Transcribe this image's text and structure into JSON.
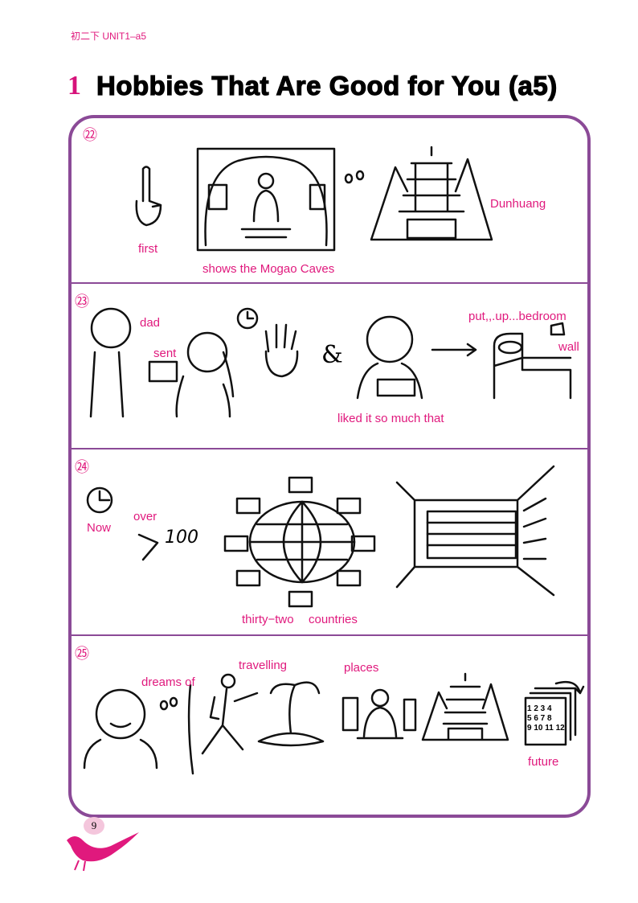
{
  "header": {
    "text": "初二下  UNIT1–a5"
  },
  "title": {
    "number": "1",
    "text": "Hobbies That Are Good for You (a5)"
  },
  "panels": [
    {
      "number": "㉒",
      "labels": {
        "first": "first",
        "shows": "shows the Mogao Caves",
        "place": "Dunhuang"
      }
    },
    {
      "number": "㉓",
      "labels": {
        "dad": "dad",
        "sent": "sent",
        "put": "put,,.up...bedroom",
        "wall": "wall",
        "liked": "liked it so much that"
      }
    },
    {
      "number": "㉔",
      "labels": {
        "now": "Now",
        "over": "over",
        "hundred": "100",
        "thirty_two": "thirty−two",
        "countries": "countries"
      }
    },
    {
      "number": "㉕",
      "labels": {
        "dreams": "dreams of",
        "travelling": "travelling",
        "places": "places",
        "future": "future"
      }
    }
  ],
  "footer": {
    "page_number": "9"
  },
  "colors": {
    "accent": "#e0197d",
    "frame": "#8b4a97"
  }
}
